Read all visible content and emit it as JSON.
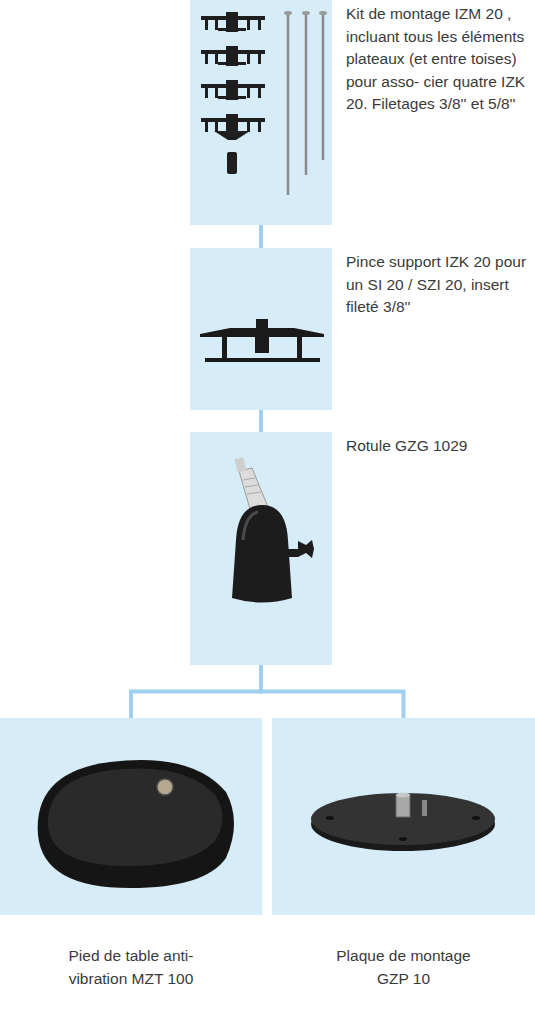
{
  "diagram": {
    "nodes": [
      {
        "text": [
          "Kit de montage IZM 20 , incluant tous les éléments plateaux (et entre toises) pour asso- cier quatre IZK 20. Filetages 3/8'' et 5/8''"
        ]
      },
      {
        "text": [
          "Pince support IZK 20 pour un SI 20 / SZI 20, insert fileté 3/8''"
        ]
      },
      {
        "text": [
          "Rotule GZG 1029"
        ]
      },
      {
        "text": [
          "Pied de table anti- vibration MZT 100"
        ]
      },
      {
        "text": [
          "Plaque de montage GZP 10"
        ]
      }
    ],
    "edges": [
      {
        "from": 0,
        "to": 1,
        "arrow": "none"
      },
      {
        "from": 1,
        "to": 2,
        "arrow": "none"
      },
      {
        "from": 2,
        "to": 3,
        "arrow": "none"
      },
      {
        "from": 2,
        "to": 4,
        "arrow": "none"
      }
    ]
  }
}
